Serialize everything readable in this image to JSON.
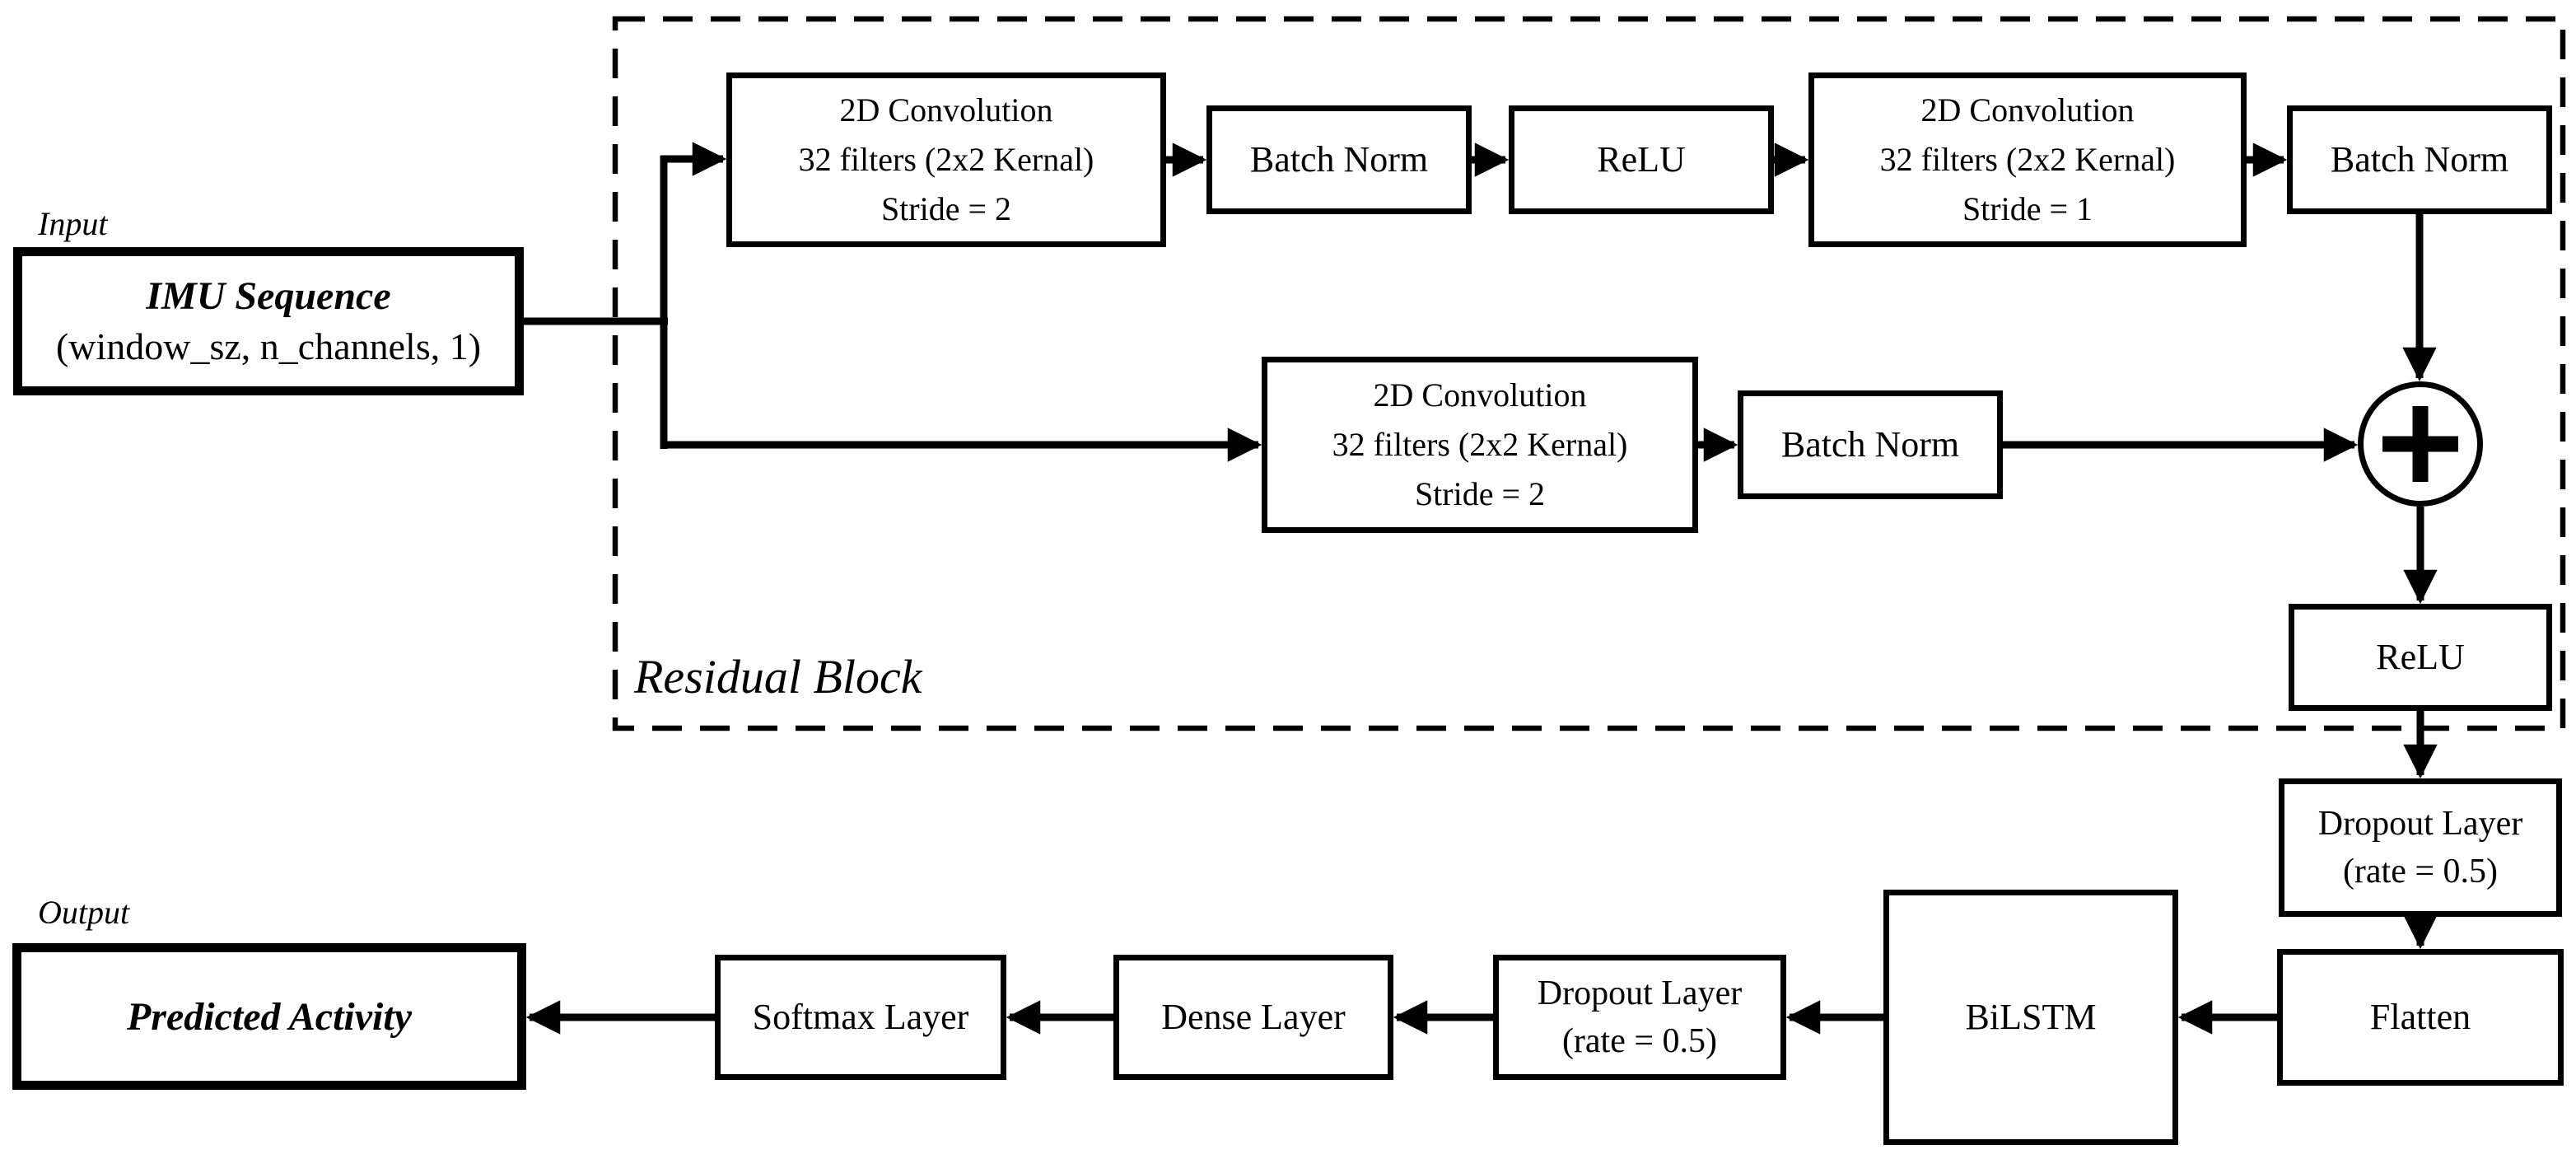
{
  "colors": {
    "ink": "#000000",
    "background": "#ffffff"
  },
  "labels": {
    "input": "Input",
    "output": "Output",
    "residual_block": "Residual Block",
    "add_symbol": "+"
  },
  "input_box": {
    "title": "IMU Sequence",
    "shape": "(window_sz, n_channels, 1)"
  },
  "residual_block": {
    "conv1": {
      "lines": [
        "2D Convolution",
        "32 filters (2x2 Kernal)",
        "Stride = 2"
      ]
    },
    "batch_norm1": "Batch Norm",
    "relu1": "ReLU",
    "conv2": {
      "lines": [
        "2D Convolution",
        "32 filters (2x2 Kernal)",
        "Stride = 1"
      ]
    },
    "batch_norm2": "Batch Norm",
    "conv_skip": {
      "lines": [
        "2D Convolution",
        "32 filters (2x2 Kernal)",
        "Stride = 2"
      ]
    },
    "batch_norm3": "Batch Norm",
    "relu2": "ReLU"
  },
  "head": {
    "dropout1": {
      "lines": [
        "Dropout Layer",
        "(rate = 0.5)"
      ]
    },
    "flatten": "Flatten",
    "bilstm": "BiLSTM",
    "dropout2": {
      "lines": [
        "Dropout Layer",
        "(rate = 0.5)"
      ]
    },
    "dense": "Dense Layer",
    "softmax": "Softmax Layer"
  },
  "output_box": {
    "title": "Predicted Activity"
  }
}
